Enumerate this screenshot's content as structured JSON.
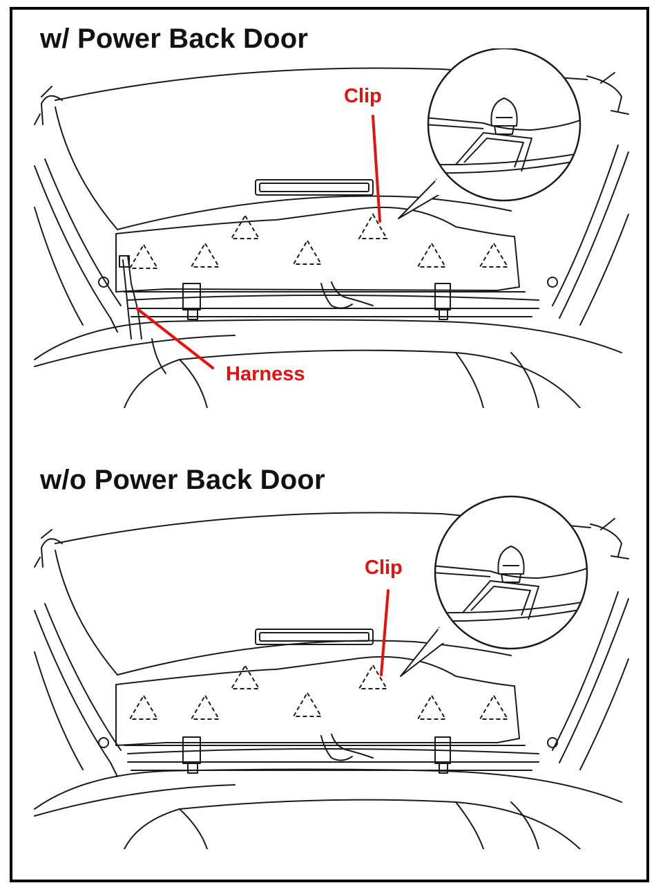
{
  "sections": [
    {
      "heading": "w/ Power Back Door",
      "callouts": {
        "clip": "Clip",
        "harness": "Harness"
      }
    },
    {
      "heading": "w/o Power Back Door",
      "callouts": {
        "clip": "Clip"
      }
    }
  ],
  "colors": {
    "callout": "#e8100c",
    "line": "#1a1a1a"
  }
}
